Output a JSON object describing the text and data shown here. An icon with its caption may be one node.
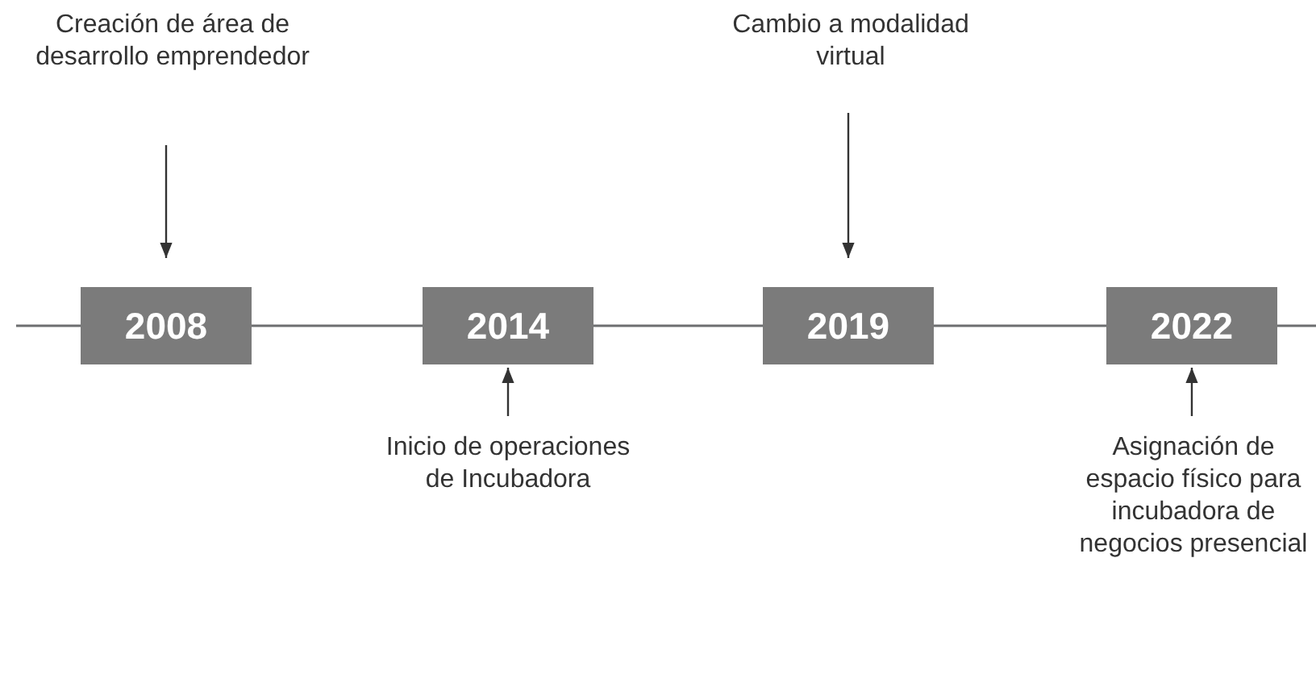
{
  "diagram": {
    "nodes": [
      {
        "text": [
          "Creación de área de desarrollo emprendedor"
        ]
      },
      {
        "text": [
          "2008"
        ]
      },
      {
        "text": [
          "2014"
        ]
      },
      {
        "text": [
          "Inicio de operaciones de Incubadora"
        ]
      },
      {
        "text": [
          "Cambio a modalidad virtual"
        ]
      },
      {
        "text": [
          "2019"
        ]
      },
      {
        "text": [
          "2022"
        ]
      },
      {
        "text": [
          "Asignación de espacio físico para incubadora de negocios presencial"
        ]
      }
    ],
    "edges": [
      {
        "from": null,
        "to": 1,
        "arrow": "none"
      },
      {
        "from": 1,
        "to": 2,
        "arrow": "none"
      },
      {
        "from": 2,
        "to": 5,
        "arrow": "none"
      },
      {
        "from": 5,
        "to": 6,
        "arrow": "none"
      },
      {
        "from": 6,
        "to": null,
        "arrow": "none"
      },
      {
        "from": 0,
        "to": 1,
        "arrow": "to"
      },
      {
        "from": 3,
        "to": 2,
        "arrow": "to"
      },
      {
        "from": 4,
        "to": 5,
        "arrow": "to"
      },
      {
        "from": 7,
        "to": 6,
        "arrow": "to"
      }
    ]
  }
}
